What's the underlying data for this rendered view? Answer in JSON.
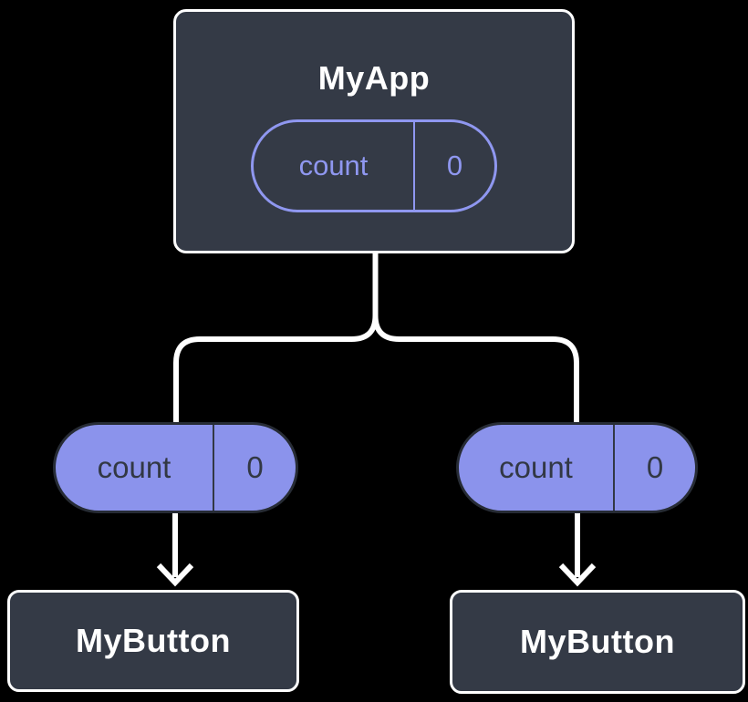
{
  "diagram": {
    "type": "component-tree",
    "background": "#000000",
    "colors": {
      "node_fill": "#343A46",
      "node_border": "#FFFFFF",
      "node_text": "#FFFFFF",
      "state_pill_stroke": "#8F97F0",
      "prop_pill_fill": "#8B93EC",
      "prop_pill_border": "#272C35",
      "prop_pill_text": "#323844",
      "connector": "#FFFFFF"
    },
    "root": {
      "title": "MyApp",
      "state_pill": {
        "label": "count",
        "value": "0"
      }
    },
    "children": [
      {
        "prop_pill": {
          "label": "count",
          "value": "0"
        },
        "title": "MyButton"
      },
      {
        "prop_pill": {
          "label": "count",
          "value": "0"
        },
        "title": "MyButton"
      }
    ]
  }
}
